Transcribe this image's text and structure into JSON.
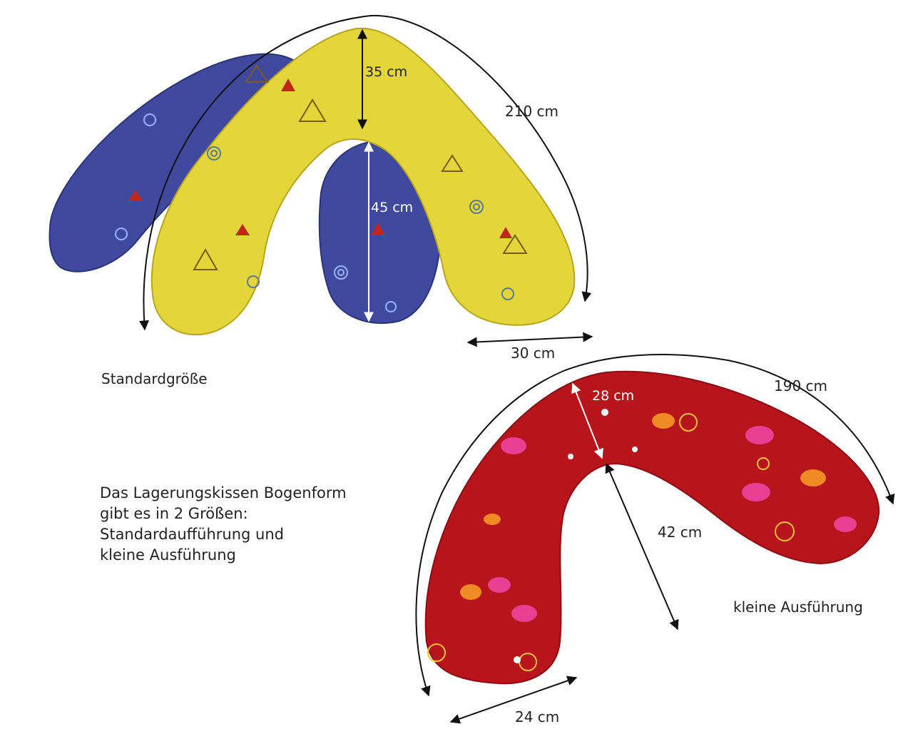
{
  "standard": {
    "caption": "Standardgröße",
    "dim_length": "210 cm",
    "dim_top": "35 cm",
    "dim_inner": "45 cm",
    "dim_width": "30 cm",
    "colors": {
      "outer": "#3f4a9e",
      "outer_dark": "#2a3378",
      "inner": "#e3d63a",
      "inner_dark": "#b8a51d"
    }
  },
  "small": {
    "caption": "kleine Ausführung",
    "dim_length": "190 cm",
    "dim_top": "28 cm",
    "dim_inner": "42 cm",
    "dim_width": "24 cm",
    "colors": {
      "fabric": "#b8141c",
      "fabric_dark": "#8a0e14",
      "accent_pink": "#e83f93",
      "accent_orange": "#f08a22"
    }
  },
  "description": {
    "lines": [
      "Das Lagerungskissen Bogenform",
      "gibt es in 2 Größen:",
      "Standardaufführung und",
      "kleine Ausführung"
    ]
  }
}
